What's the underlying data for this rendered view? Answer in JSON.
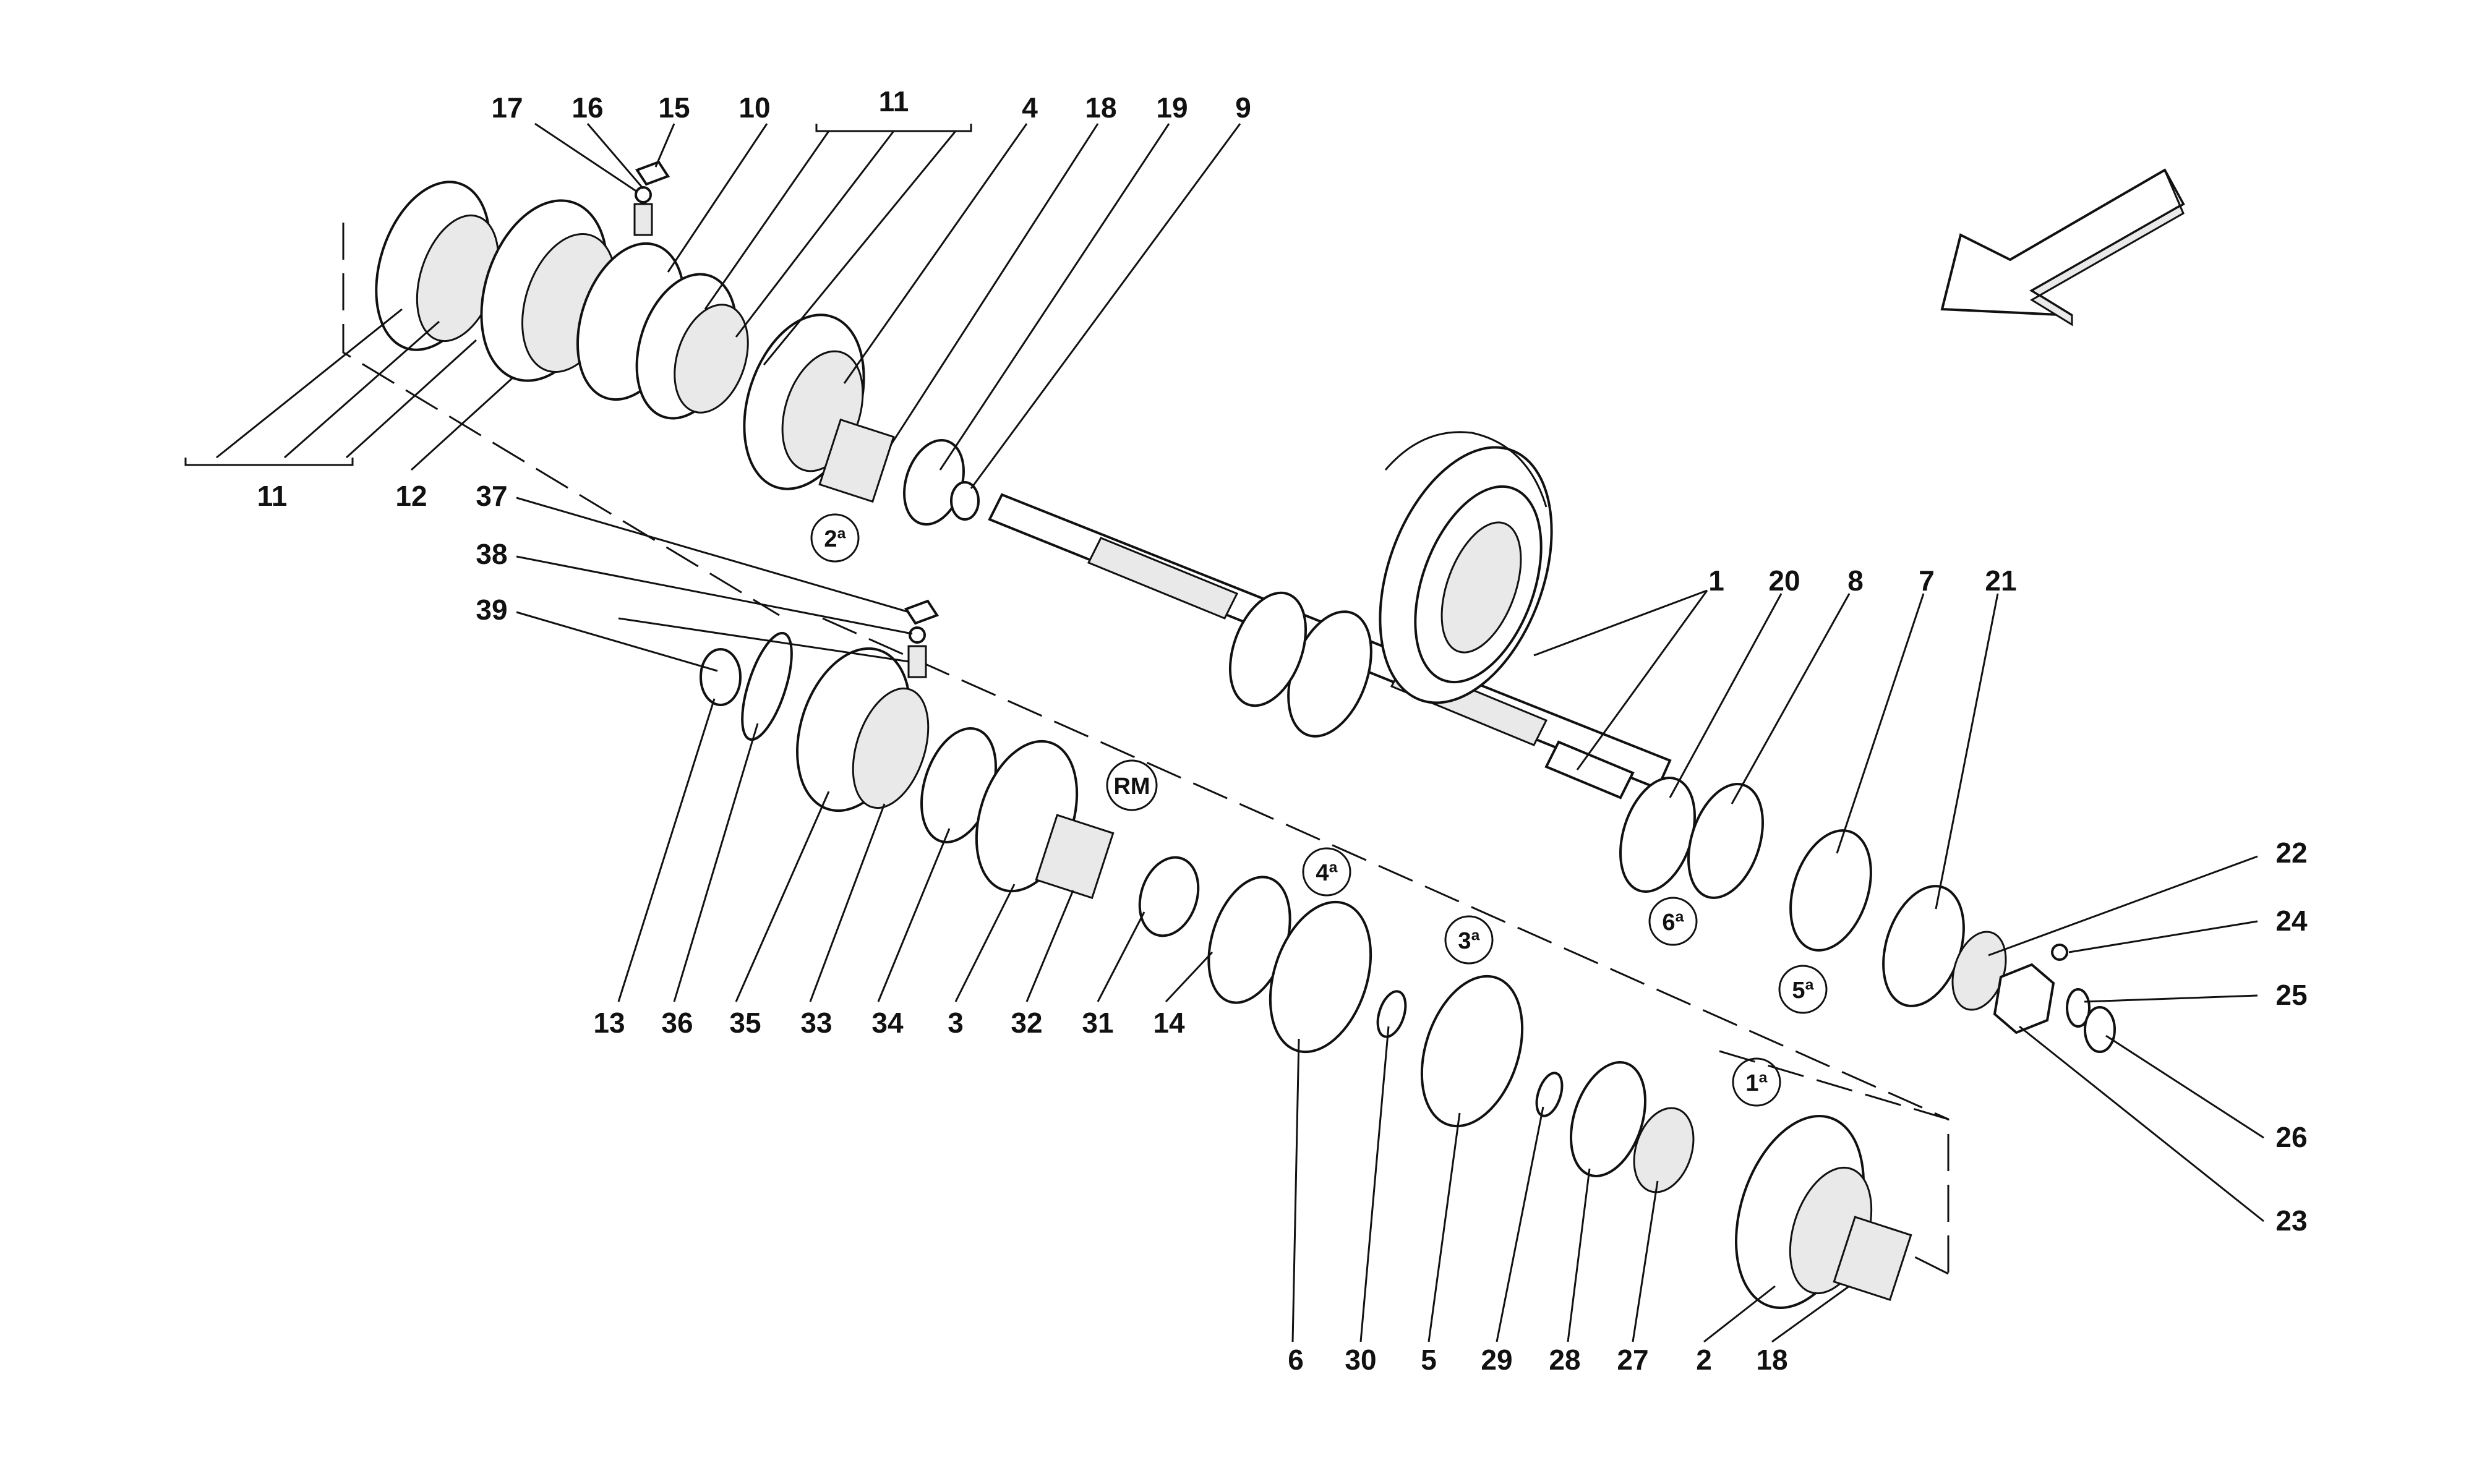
{
  "callouts": {
    "c17": "17",
    "c16": "16",
    "c15": "15",
    "c10": "10",
    "c11_top": "11",
    "c4": "4",
    "c18_top": "18",
    "c19": "19",
    "c9": "9",
    "c11_left": "11",
    "c12": "12",
    "c37": "37",
    "c38": "38",
    "c39": "39",
    "c1": "1",
    "c20": "20",
    "c8": "8",
    "c7": "7",
    "c21": "21",
    "c22": "22",
    "c24": "24",
    "c25": "25",
    "c26": "26",
    "c23": "23",
    "c13": "13",
    "c36": "36",
    "c35": "35",
    "c33": "33",
    "c34": "34",
    "c3": "3",
    "c32": "32",
    "c31": "31",
    "c14": "14",
    "c6": "6",
    "c30": "30",
    "c5": "5",
    "c29": "29",
    "c28": "28",
    "c27": "27",
    "c2": "2",
    "c18_bottom": "18"
  },
  "gear_badges": {
    "g2": "2ª",
    "rm": "RM",
    "g4": "4ª",
    "g3": "3ª",
    "g6": "6ª",
    "g5": "5ª",
    "g1": "1ª"
  },
  "icons": {
    "direction": "arrow-down-left-icon"
  }
}
